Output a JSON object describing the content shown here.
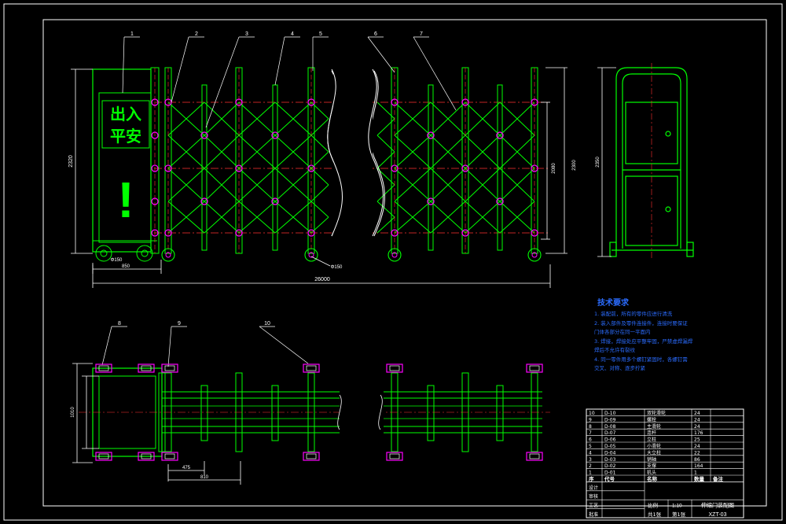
{
  "colors": {
    "background": "#000000",
    "border": "#ffffff",
    "frame": "#00ff00",
    "hinge": "#ff00ff",
    "centerline": "#ff3030",
    "notes": "#2b6cff",
    "dimension": "#ffffff"
  },
  "panel": {
    "line1": "出入",
    "line2": "平安",
    "symbol": "!"
  },
  "balloons": [
    "1",
    "2",
    "3",
    "4",
    "5",
    "6",
    "7",
    "8",
    "9",
    "10"
  ],
  "dimensions": {
    "total_length": "26000",
    "left_height": "2320",
    "base_width": "850",
    "wheel_left": "Φ150",
    "wheel_mid": "Φ150",
    "right_height_1": "2080",
    "right_height_2": "2300",
    "side_height": "2350",
    "plan_width": "1010",
    "plan_gap_1": "475",
    "plan_gap_2": "810"
  },
  "notes": {
    "title": "技术要求",
    "lines": [
      "1. 装配前，所有的零件应进行清洗",
      "2. 装入部件及零件连接件，连接时要保证",
      "门体各部分在同一平面内",
      "3. 焊接，焊接处应平整牢固，严禁虚焊漏焊",
      "焊后不允许有裂纹",
      "4. 同一零件用多个螺钉紧固时，各螺钉需",
      "交叉、对称、逐步拧紧"
    ]
  },
  "parts_table": {
    "rows": [
      {
        "no": "10",
        "code": "D-10",
        "name": "双轮滑轮",
        "qty": "24",
        "note": ""
      },
      {
        "no": "9",
        "code": "D-09",
        "name": "螺栓",
        "qty": "24",
        "note": ""
      },
      {
        "no": "8",
        "code": "D-08",
        "name": "主滑轮",
        "qty": "24",
        "note": ""
      },
      {
        "no": "7",
        "code": "D-07",
        "name": "连杆",
        "qty": "176",
        "note": ""
      },
      {
        "no": "6",
        "code": "D-06",
        "name": "立柱",
        "qty": "25",
        "note": ""
      },
      {
        "no": "5",
        "code": "D-05",
        "name": "小滑轮",
        "qty": "24",
        "note": ""
      },
      {
        "no": "4",
        "code": "D-04",
        "name": "大立柱",
        "qty": "22",
        "note": ""
      },
      {
        "no": "3",
        "code": "D-03",
        "name": "销轴",
        "qty": "86",
        "note": ""
      },
      {
        "no": "2",
        "code": "D-02",
        "name": "支撑",
        "qty": "164",
        "note": ""
      },
      {
        "no": "1",
        "code": "D-01",
        "name": "机头",
        "qty": "1",
        "note": ""
      }
    ],
    "header": {
      "no": "序",
      "code": "代号",
      "name": "名称",
      "qty": "数量",
      "note": "备注"
    },
    "title_block": {
      "design": "设计",
      "check": "审核",
      "process": "工艺",
      "approve": "批准",
      "scale_label": "比例",
      "scale": "1:10",
      "sheets": "共1张",
      "sheet": "第1张",
      "drawing_name": "伸缩门装配图",
      "drawing_code": "XZT-03"
    }
  }
}
